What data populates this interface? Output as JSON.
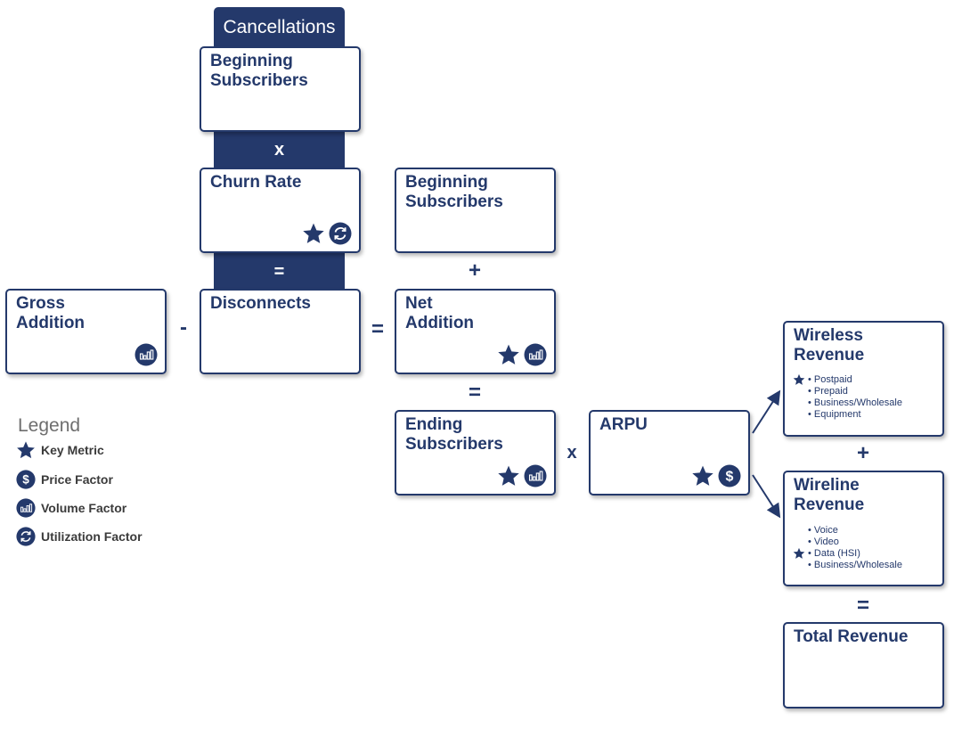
{
  "header_tab": "Cancellations",
  "boxes": {
    "beginning_subscribers_1": "Beginning\nSubscribers",
    "churn_rate": "Churn Rate",
    "gross_addition": "Gross\nAddition",
    "disconnects": "Disconnects",
    "beginning_subscribers_2": "Beginning\nSubscribers",
    "net_addition": "Net\nAddition",
    "ending_subscribers": "Ending\nSubscribers",
    "arpu": "ARPU",
    "wireless_revenue": "Wireless\nRevenue",
    "wireline_revenue": "Wireline\nRevenue",
    "total_revenue": "Total Revenue"
  },
  "wireless_items": [
    "Postpaid",
    "Prepaid",
    "Business/Wholesale",
    "Equipment"
  ],
  "wireline_items": [
    "Voice",
    "Video",
    "Data (HSI)",
    "Business/Wholesale"
  ],
  "operators": {
    "times_bar": "x",
    "equals_bar": "=",
    "minus": "-",
    "equals_disconnects": "=",
    "plus_begin": "+",
    "equals_net": "=",
    "times_arpu": "x",
    "plus_revenue": "+",
    "equals_revenue": "="
  },
  "legend": {
    "title": "Legend",
    "key_metric": "Key Metric",
    "price_factor": "Price Factor",
    "volume_factor": "Volume Factor",
    "utilization_factor": "Utilization Factor"
  },
  "colors": {
    "navy": "#24396b",
    "legend_title": "#6e6e6e",
    "legend_text": "#3b3b3b"
  },
  "icons": [
    "star-icon",
    "dollar-icon",
    "bar-chart-icon",
    "refresh-cycle-icon"
  ]
}
